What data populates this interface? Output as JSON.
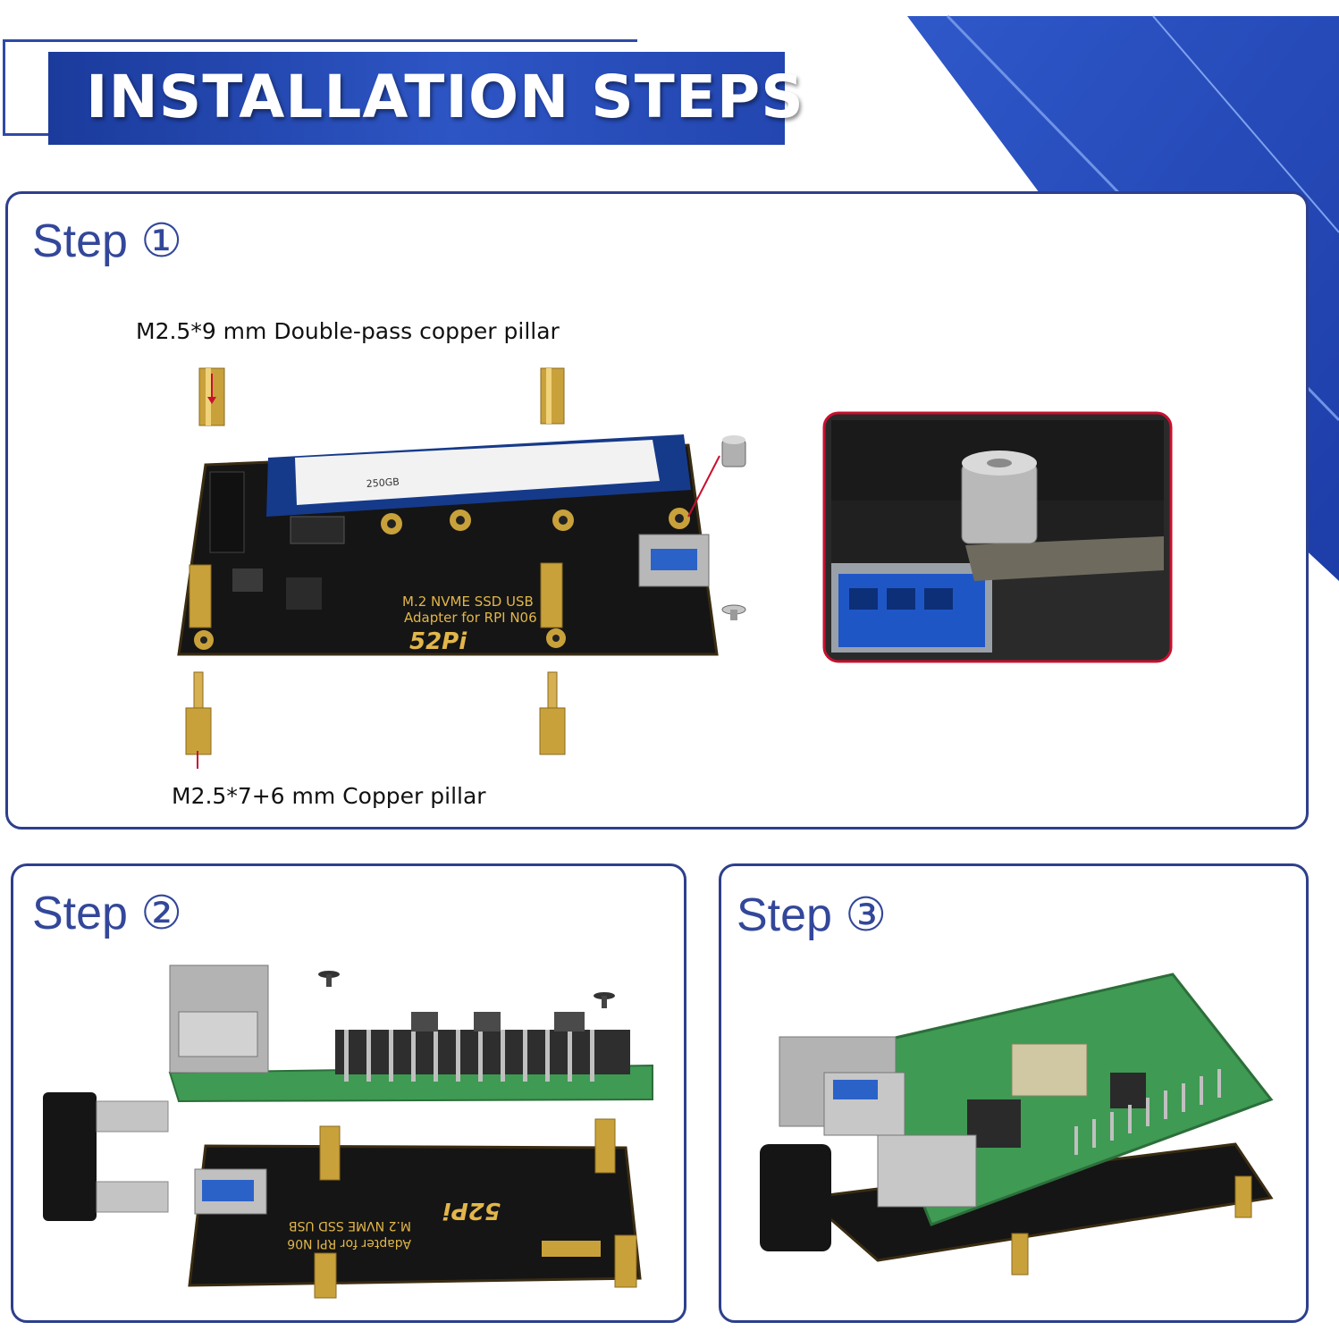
{
  "header": {
    "title": "INSTALLATION STEPS"
  },
  "steps": [
    {
      "label": "Step ①"
    },
    {
      "label": "Step ②"
    },
    {
      "label": "Step ③"
    }
  ],
  "step1": {
    "callout_top": "M2.5*9 mm Double-pass copper pillar",
    "callout_bottom": "M2.5*7+6 mm Copper pillar",
    "board_text": [
      "M.2 NVME SSD USB",
      "Adapter for RPI N06"
    ],
    "board_brand": "52Pi",
    "ssd_capacity": "250GB"
  },
  "step2": {
    "board_text": [
      "M.2 NVME SSD USB",
      "Adapter for RPI N06"
    ],
    "board_brand": "52Pi"
  },
  "colors": {
    "accent_blue": "#33479a",
    "banner_blue": "#2346b0",
    "highlight_red": "#c8102e",
    "pcb_black": "#1a1a1a",
    "pcb_green": "#3f9a53",
    "brass": "#c9a13b"
  }
}
